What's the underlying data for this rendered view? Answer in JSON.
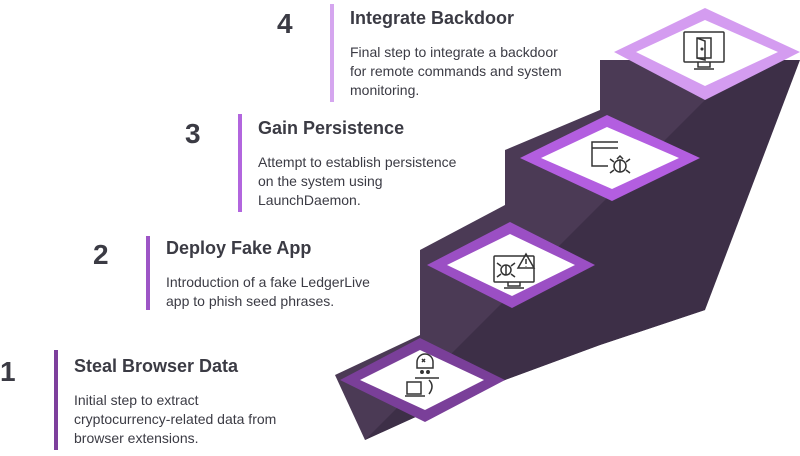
{
  "colors": {
    "riser_dark": "#4b3a55",
    "riser_side": "#3d2f47",
    "frame_1": "#7a3f99",
    "frame_2": "#9b4fc4",
    "frame_3": "#b35ee0",
    "frame_4": "#d49cf0",
    "bar_1": "#7d3f9c",
    "bar_2": "#9d55c6",
    "bar_3": "#b266de",
    "bar_4": "#d5a6ef",
    "text": "#3b3b44"
  },
  "steps": [
    {
      "number": "1",
      "title": "Steal Browser Data",
      "description": [
        "Initial step to extract",
        "cryptocurrency-related data from",
        "browser extensions."
      ],
      "icon": "hacker-laptop-icon"
    },
    {
      "number": "2",
      "title": "Deploy Fake App",
      "description": [
        "Introduction of a fake LedgerLive",
        "app to phish seed phrases."
      ],
      "icon": "monitor-bug-warning-icon"
    },
    {
      "number": "3",
      "title": "Gain Persistence",
      "description": [
        "Attempt to establish persistence",
        "on the system using",
        "LaunchDaemon."
      ],
      "icon": "window-bug-icon"
    },
    {
      "number": "4",
      "title": "Integrate Backdoor",
      "description": [
        "Final step to integrate a backdoor",
        "for remote commands and system",
        "monitoring."
      ],
      "icon": "monitor-door-icon"
    }
  ]
}
